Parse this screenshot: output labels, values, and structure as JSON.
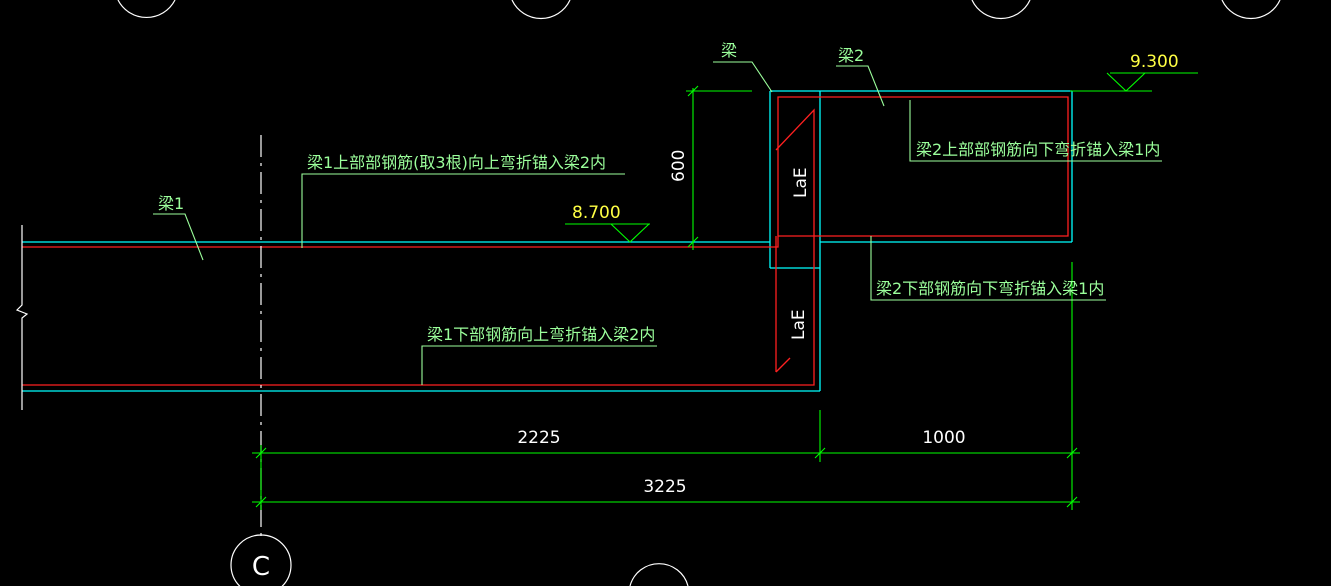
{
  "labels": {
    "beam1": "梁1",
    "beam_partial": "梁",
    "beam2": "梁2",
    "beam1_top_rebar": "梁1上部部钢筋(取3根)向上弯折锚入梁2内",
    "beam1_bottom_rebar": "梁1下部钢筋向上弯折锚入梁2内",
    "beam2_top_rebar": "梁2上部部钢筋向下弯折锚入梁1内",
    "beam2_bottom_rebar": "梁2下部钢筋向下弯折锚入梁1内",
    "lae_upper": "LaE",
    "lae_lower": "LaE"
  },
  "elevations": {
    "low": "8.700",
    "high": "9.300"
  },
  "dimensions": {
    "height": "600",
    "span_left": "2225",
    "span_right": "1000",
    "span_total": "3225"
  },
  "grid": {
    "axis_c": "C"
  },
  "colors": {
    "background": "#000000",
    "beam_outline": "#00ffff",
    "rebar": "#ff2020",
    "dimension": "#00ff00",
    "leader": "#9bff9b",
    "elevation_text": "#ffff44",
    "text": "#ffffff"
  }
}
